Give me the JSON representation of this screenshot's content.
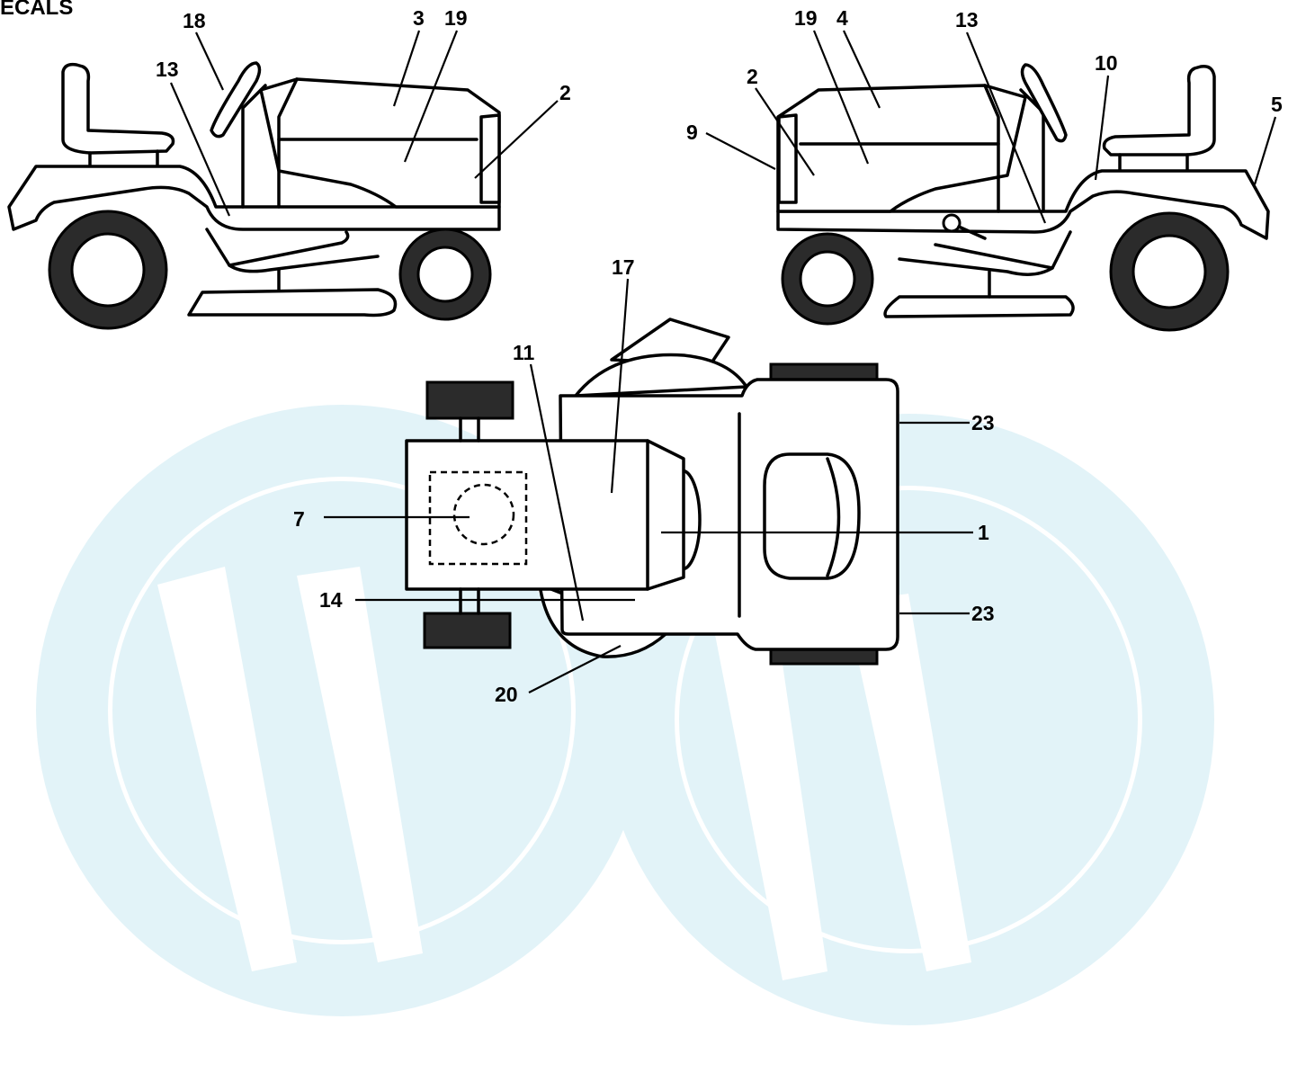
{
  "title": "ECALS",
  "colors": {
    "watermark": "#e2f3f8",
    "line": "#000000",
    "tire": "#2b2b2b"
  },
  "labels": {
    "left_view": {
      "l18": "18",
      "l3": "3",
      "l19": "19",
      "l13": "13",
      "l2": "2"
    },
    "right_view": {
      "l19": "19",
      "l4": "4",
      "l13": "13",
      "l10": "10",
      "l2": "2",
      "l9": "9",
      "l5": "5"
    },
    "top_view": {
      "l17": "17",
      "l11": "11",
      "l7": "7",
      "l14": "14",
      "l20": "20",
      "l23a": "23",
      "l1": "1",
      "l23b": "23"
    }
  }
}
